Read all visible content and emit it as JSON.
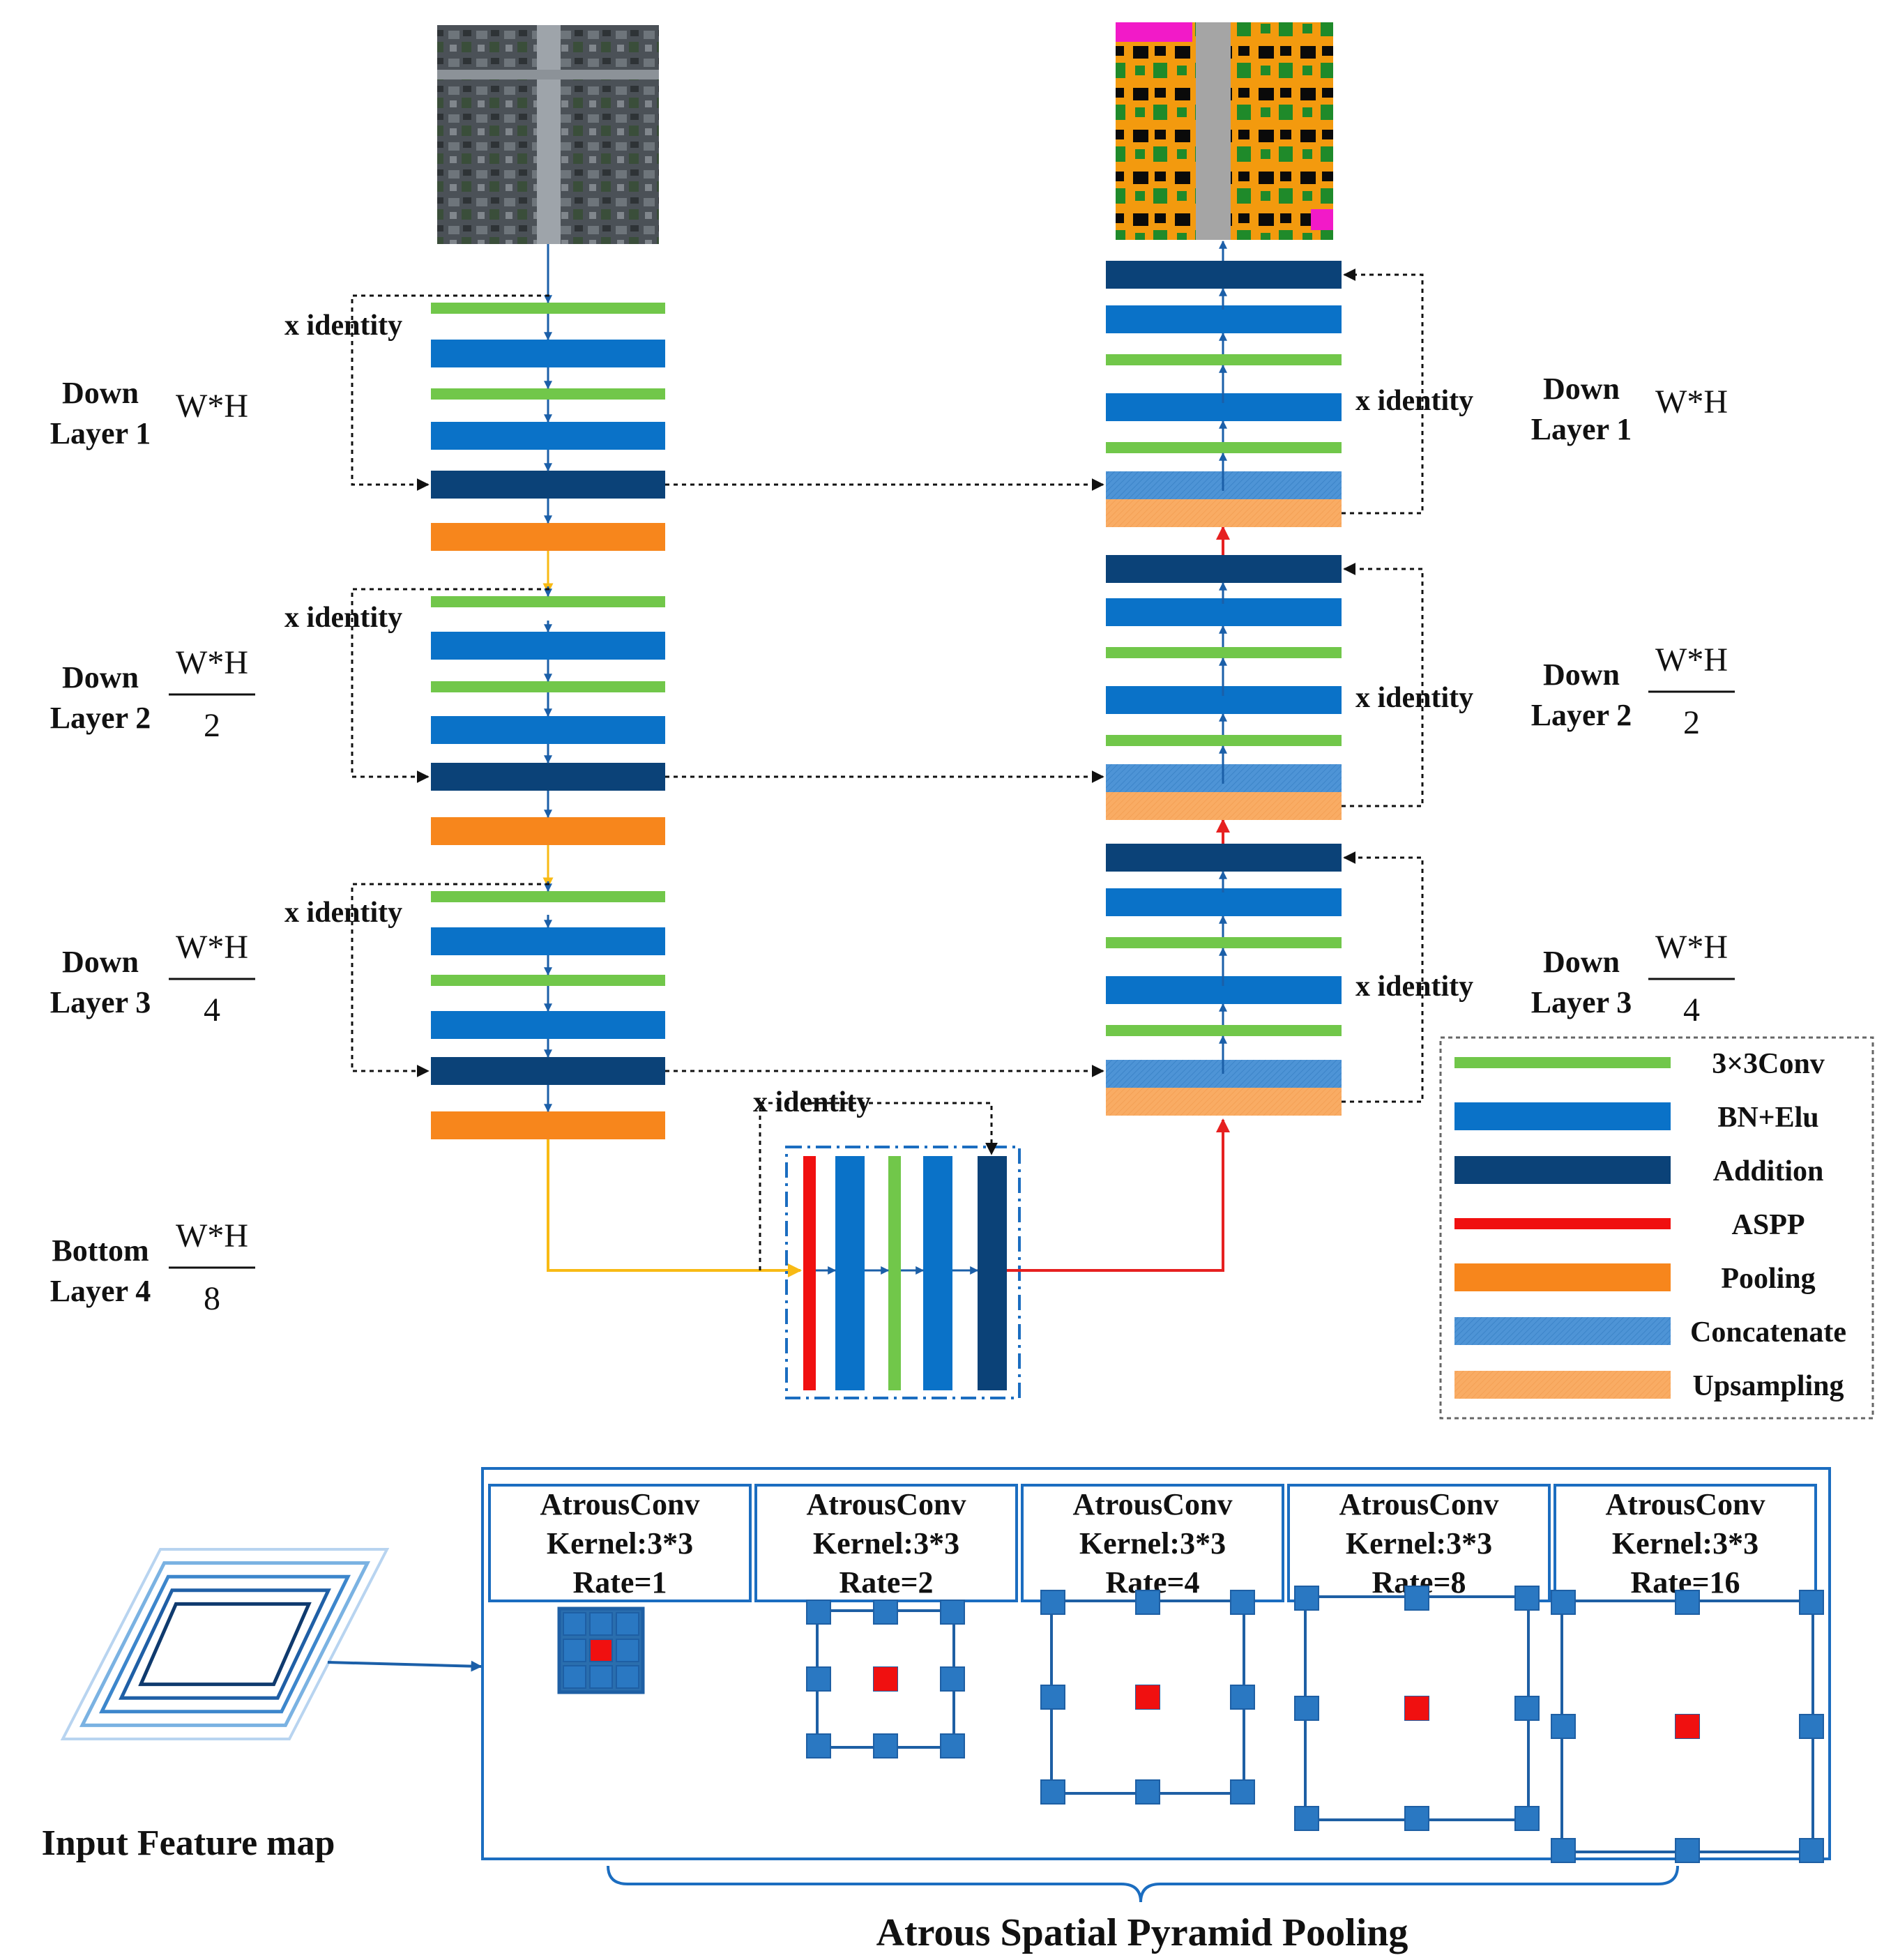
{
  "colors": {
    "conv": "#71C74A",
    "bn": "#0A72C8",
    "addition": "#0B4278",
    "aspp": "#F01010",
    "pooling": "#F7861C",
    "concatenate": "#4E94D6",
    "upsampling": "#F9AC64",
    "pool_arrow": "#F8BA14",
    "up_arrow": "#E62020",
    "flow_arrow": "#1B5FA8"
  },
  "labels": {
    "identity": "x identity"
  },
  "left_layers": [
    {
      "line1": "Down",
      "line2": "Layer 1",
      "size_num": "W*H",
      "size_den": ""
    },
    {
      "line1": "Down",
      "line2": "Layer 2",
      "size_num": "W*H",
      "size_den": "2"
    },
    {
      "line1": "Down",
      "line2": "Layer 3",
      "size_num": "W*H",
      "size_den": "4"
    },
    {
      "line1": "Bottom",
      "line2": "Layer 4",
      "size_num": "W*H",
      "size_den": "8"
    }
  ],
  "right_layers": [
    {
      "line1": "Down",
      "line2": "Layer 1",
      "size_num": "W*H",
      "size_den": ""
    },
    {
      "line1": "Down",
      "line2": "Layer 2",
      "size_num": "W*H",
      "size_den": "2"
    },
    {
      "line1": "Down",
      "line2": "Layer 3",
      "size_num": "W*H",
      "size_den": "4"
    }
  ],
  "legend": [
    {
      "key": "conv",
      "label": "3×3Conv"
    },
    {
      "key": "bn",
      "label": "BN+Elu"
    },
    {
      "key": "addition",
      "label": "Addition"
    },
    {
      "key": "aspp",
      "label": "ASPP"
    },
    {
      "key": "pooling",
      "label": "Pooling"
    },
    {
      "key": "concatenate",
      "label": "Concatenate"
    },
    {
      "key": "upsampling",
      "label": "Upsampling"
    }
  ],
  "aspp": {
    "input_label": "Input Feature map",
    "title": "Atrous Spatial Pyramid Pooling",
    "boxes": [
      {
        "line1": "AtrousConv",
        "line2": "Kernel:3*3",
        "line3": "Rate=1"
      },
      {
        "line1": "AtrousConv",
        "line2": "Kernel:3*3",
        "line3": "Rate=2"
      },
      {
        "line1": "AtrousConv",
        "line2": "Kernel:3*3",
        "line3": "Rate=4"
      },
      {
        "line1": "AtrousConv",
        "line2": "Kernel:3*3",
        "line3": "Rate=8"
      },
      {
        "line1": "AtrousConv",
        "line2": "Kernel:3*3",
        "line3": "Rate=16"
      }
    ]
  }
}
